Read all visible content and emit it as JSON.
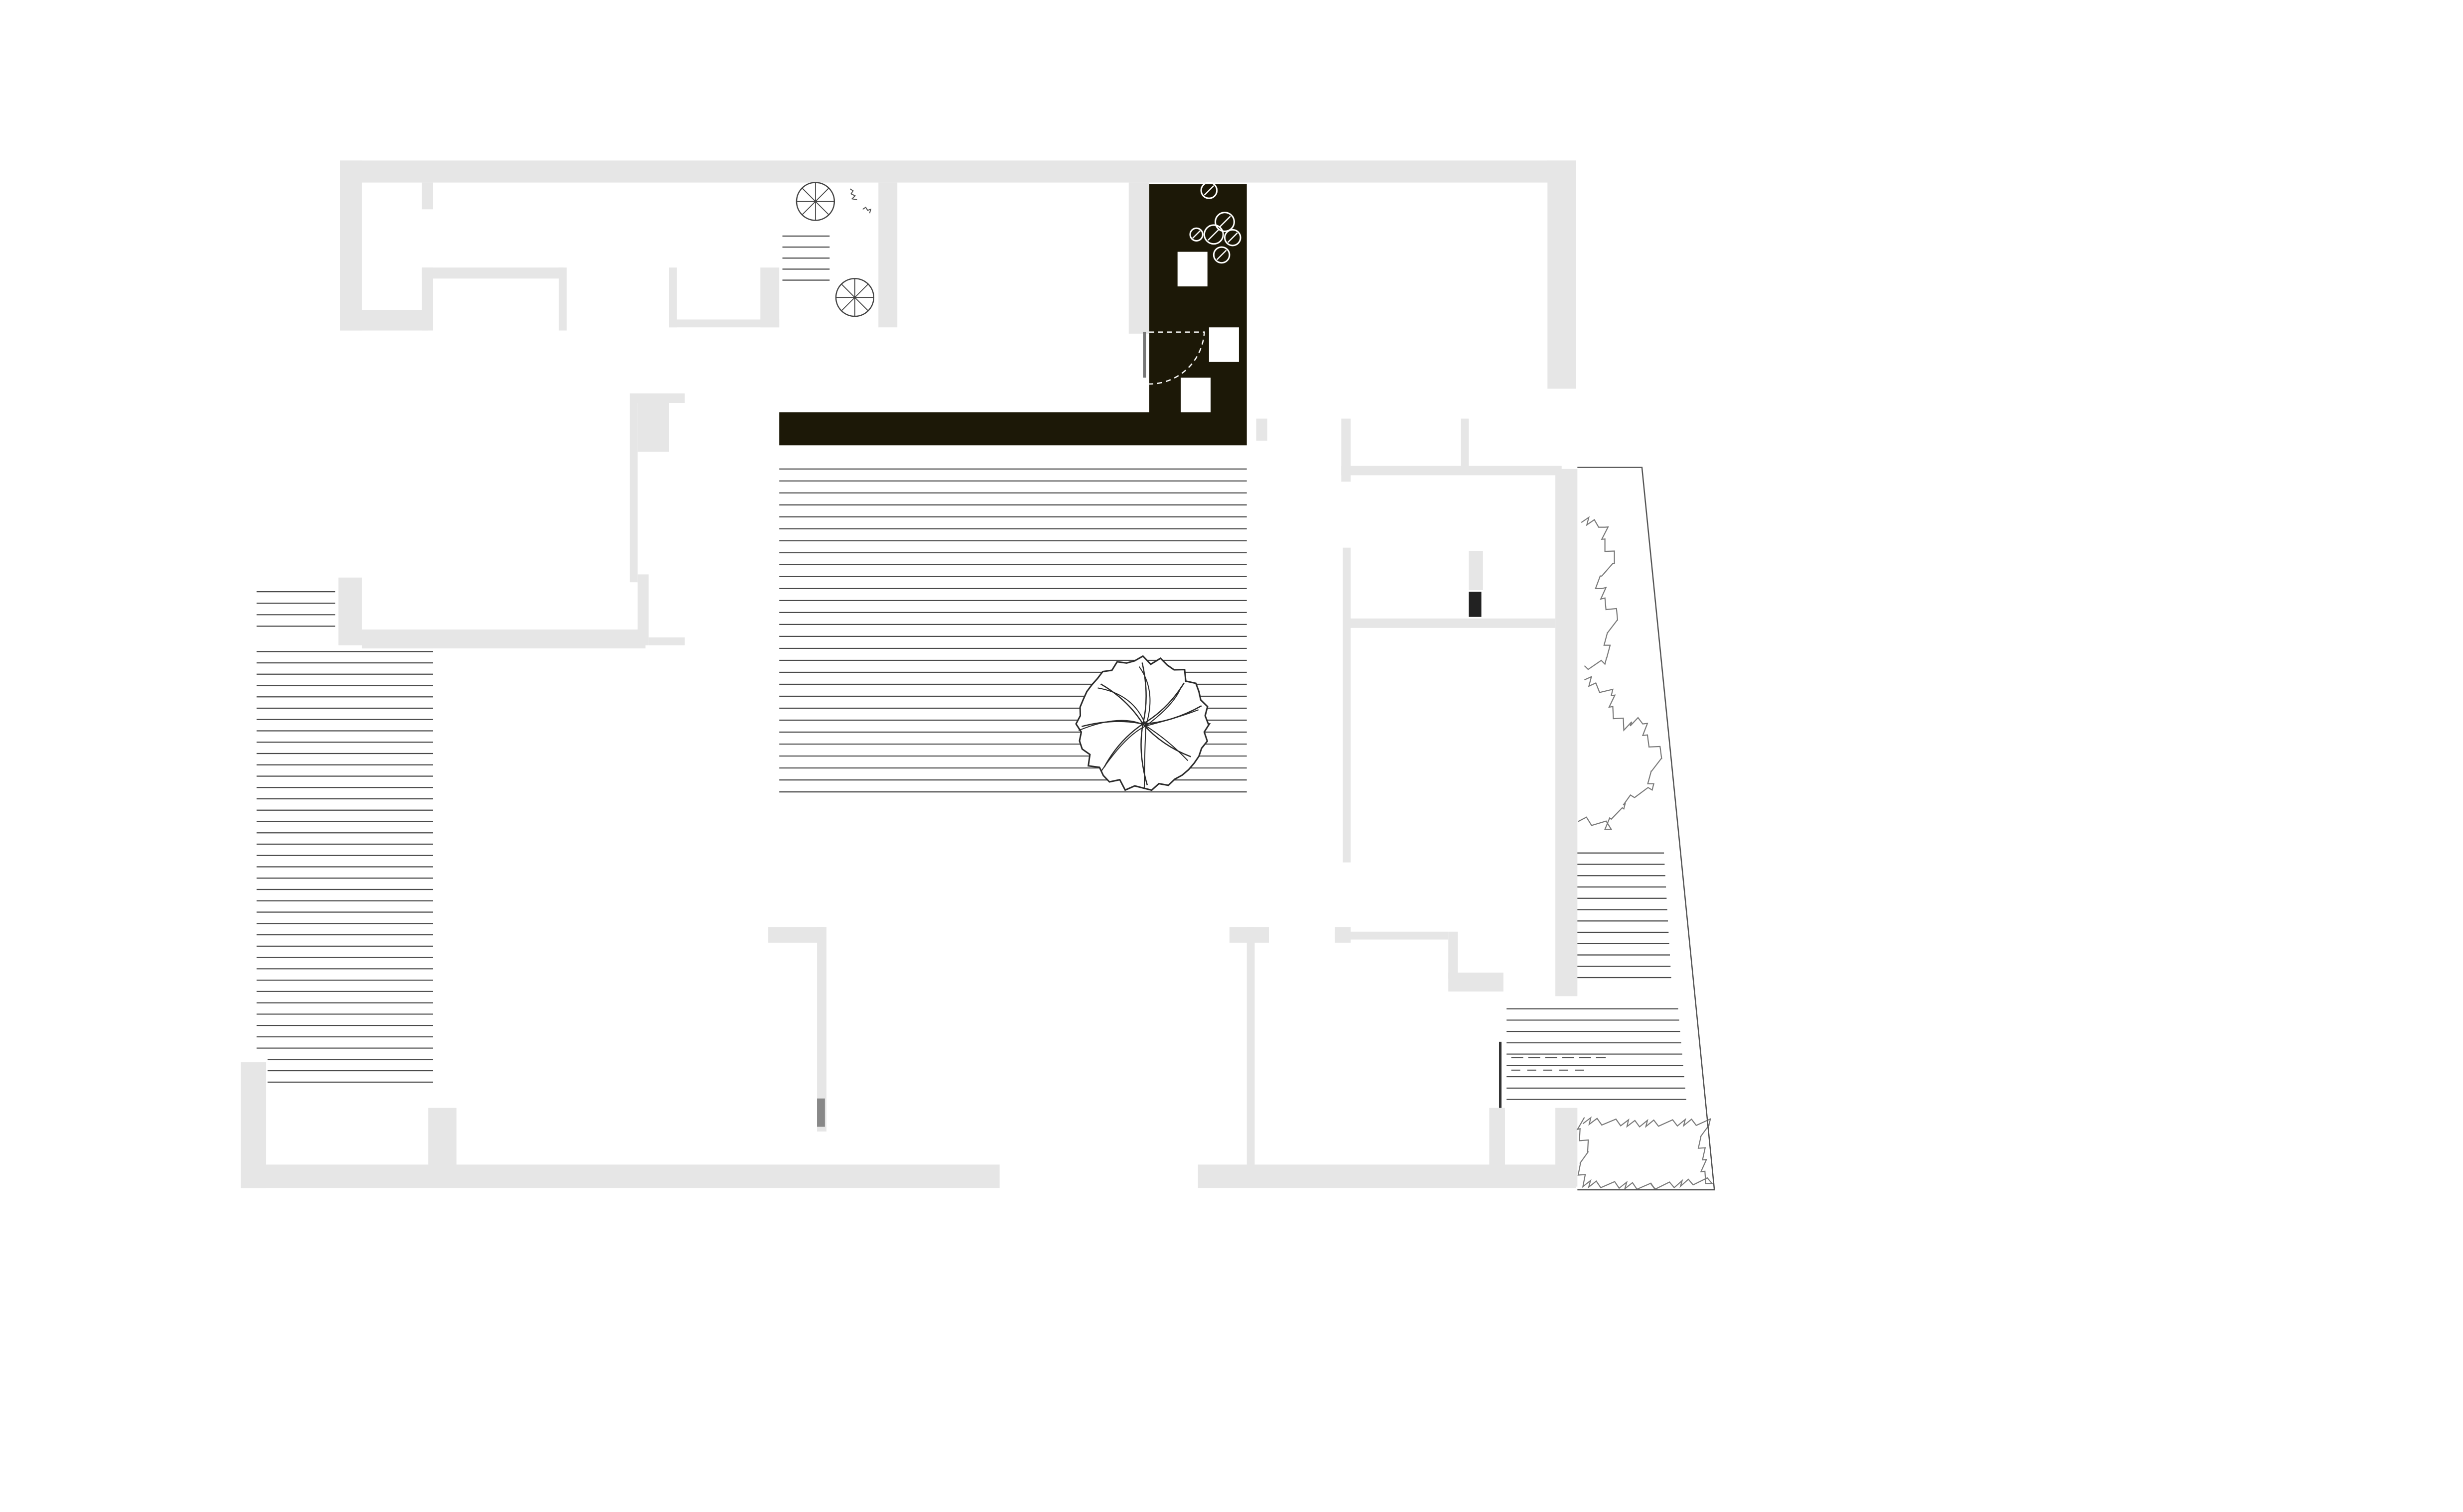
{
  "drawing": {
    "kind": "architectural floor plan",
    "colors": {
      "background": "#ffffff",
      "wall": "#e6e6e6",
      "dark_fill": "#1c1807",
      "line": "#4a4a4a",
      "vegetation": "#7a7a7a",
      "tree": "#2a2a2a"
    },
    "symbols": [
      "wall-segments",
      "courtyard-decking",
      "west-decking",
      "east-decking",
      "dark-l-shaped-pool",
      "stepping-stones",
      "door-swing",
      "large-tree",
      "small-shrubs",
      "hedge-planting",
      "east-boundary-outline"
    ]
  }
}
